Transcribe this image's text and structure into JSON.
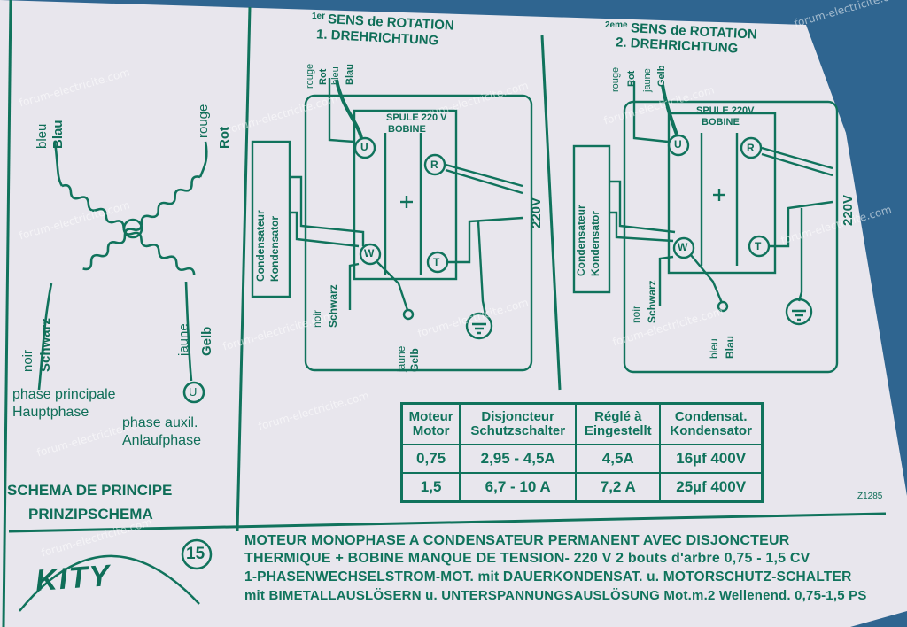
{
  "watermark": "forum-electricite.com",
  "left_panel": {
    "wire_labels": {
      "bleu": "bleu",
      "blau": "Blau",
      "rouge": "rouge",
      "rot": "Rot",
      "noir": "noir",
      "schwarz": "Schwarz",
      "jaune": "jaune",
      "gelb": "Gelb"
    },
    "phase_principale": "phase principale",
    "hauptphase": "Hauptphase",
    "phase_auxil": "phase auxil.",
    "anlaufphase": "Anlaufphase",
    "u_terminal": "U",
    "schema_fr": "SCHEMA DE PRINCIPE",
    "schema_de": "PRINZIPSCHEMA"
  },
  "rotation1": {
    "title_sup": "1er",
    "title_fr": "SENS de ROTATION",
    "title_de": "1. DREHRICHTUNG",
    "top_wires": [
      "rouge",
      "Rot",
      "bleu",
      "Blau"
    ],
    "spule": "SPULE 220 V",
    "bobine": "BOBINE",
    "terminals": [
      "U",
      "R",
      "W",
      "T"
    ],
    "plus": "+",
    "voltage": "220V",
    "condensateur": "Condensateur",
    "kondensator": "Kondensator",
    "noir": "noir",
    "schwarz": "Schwarz",
    "bottom_wire": [
      "jaune",
      "Gelb"
    ]
  },
  "rotation2": {
    "title_sup": "2eme",
    "title_fr": "SENS de ROTATION",
    "title_de": "2. DREHRICHTUNG",
    "top_wires": [
      "rouge",
      "Rot",
      "jaune",
      "Gelb"
    ],
    "spule": "SPULE 220V",
    "bobine": "BOBINE",
    "terminals": [
      "U",
      "R",
      "W",
      "T"
    ],
    "plus": "+",
    "voltage": "220V",
    "condensateur": "Condensateur",
    "kondensator": "Kondensator",
    "noir": "noir",
    "schwarz": "Schwarz",
    "bottom_wire": [
      "bleu",
      "Blau"
    ]
  },
  "table": {
    "headers": [
      [
        "Moteur",
        "Motor"
      ],
      [
        "Disjoncteur",
        "Schutzschalter"
      ],
      [
        "Réglé à",
        "Eingestellt"
      ],
      [
        "Condensat.",
        "Kondensator"
      ]
    ],
    "rows": [
      [
        "0,75",
        "2,95 - 4,5A",
        "4,5A",
        "16µf  400V"
      ],
      [
        "1,5",
        "6,7 - 10 A",
        "7,2 A",
        "25µf  400V"
      ]
    ],
    "code": "Z1285"
  },
  "footer": {
    "logo": "KITY",
    "number": "15",
    "lines": [
      "MOTEUR MONOPHASE A CONDENSATEUR PERMANENT AVEC DISJONCTEUR",
      "THERMIQUE + BOBINE MANQUE DE TENSION- 220 V  2 bouts d'arbre  0,75 - 1,5 CV",
      "1-PHASENWECHSELSTROM-MOT. mit DAUERKONDENSAT. u. MOTORSCHUTZ-SCHALTER",
      "mit BIMETALLAUSLÖSERN u. UNTERSPANNUNGSAUSLÖSUNG  Mot.m.2 Wellenend. 0,75-1,5 PS"
    ]
  },
  "colors": {
    "ink": "#10735c",
    "paper": "#e9e7ee",
    "background": "#2a5d8a"
  }
}
